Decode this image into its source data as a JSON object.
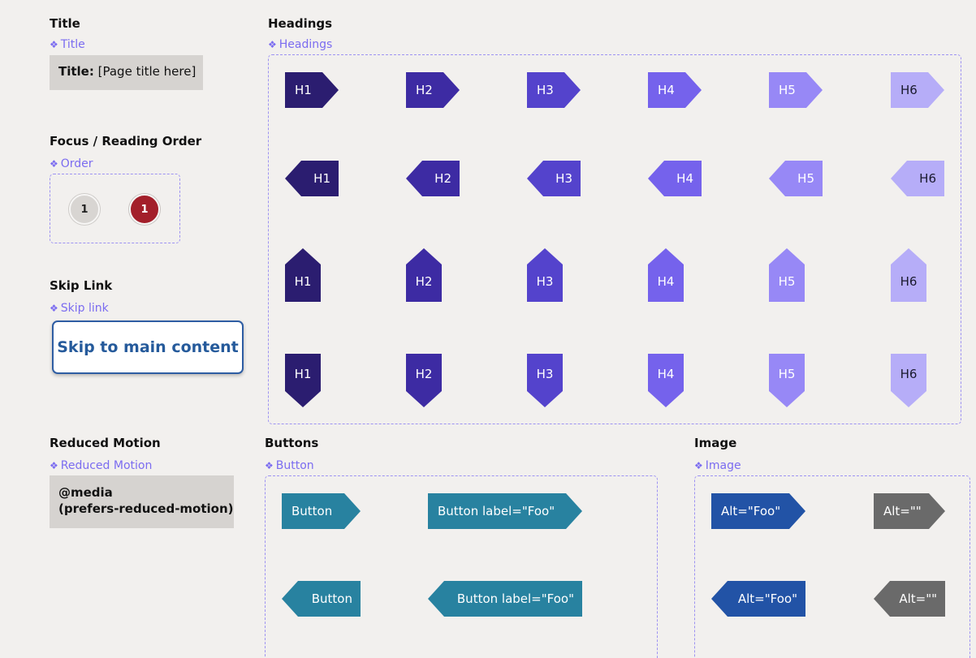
{
  "title_section": {
    "heading": "Title",
    "component_label": "Title",
    "box_bold": "Title:",
    "box_text": "[Page title here]"
  },
  "focus_section": {
    "heading": "Focus / Reading Order",
    "component_label": "Order",
    "circles": [
      {
        "label": "1",
        "state": "default",
        "color": "#d8d5d2"
      },
      {
        "label": "1",
        "state": "active",
        "color": "#a31f2a"
      }
    ]
  },
  "skip_section": {
    "heading": "Skip Link",
    "component_label": "Skip link",
    "link_text": "Skip to main content"
  },
  "motion_section": {
    "heading": "Reduced Motion",
    "component_label": "Reduced Motion",
    "line1": "@media",
    "line2": "(prefers-reduced-motion)"
  },
  "headings_section": {
    "heading": "Headings",
    "component_label": "Headings",
    "rows": [
      {
        "direction": "right",
        "labels": [
          "H1",
          "H2",
          "H3",
          "H4",
          "H5",
          "H6"
        ]
      },
      {
        "direction": "left",
        "labels": [
          "H1",
          "H2",
          "H3",
          "H4",
          "H5",
          "H6"
        ]
      },
      {
        "direction": "up",
        "labels": [
          "H1",
          "H2",
          "H3",
          "H4",
          "H5",
          "H6"
        ]
      },
      {
        "direction": "down",
        "labels": [
          "H1",
          "H2",
          "H3",
          "H4",
          "H5",
          "H6"
        ]
      }
    ],
    "colors": [
      "#2b1d70",
      "#3d2ba3",
      "#5443cc",
      "#7562ec",
      "#9788f6",
      "#b6adf8"
    ]
  },
  "buttons_section": {
    "heading": "Buttons",
    "component_label": "Button",
    "row_right": [
      "Button",
      "Button label=\"Foo\""
    ],
    "row_left": [
      "Button",
      "Button label=\"Foo\""
    ],
    "color": "#2882a0"
  },
  "image_section": {
    "heading": "Image",
    "component_label": "Image",
    "row_right": [
      "Alt=\"Foo\"",
      "Alt=\"\""
    ],
    "row_left": [
      "Alt=\"Foo\"",
      "Alt=\"\""
    ],
    "colors": {
      "alt": "#2253a6",
      "empty_alt": "#6a6a6a"
    }
  },
  "icons": {
    "component": "diamond-component-icon"
  }
}
